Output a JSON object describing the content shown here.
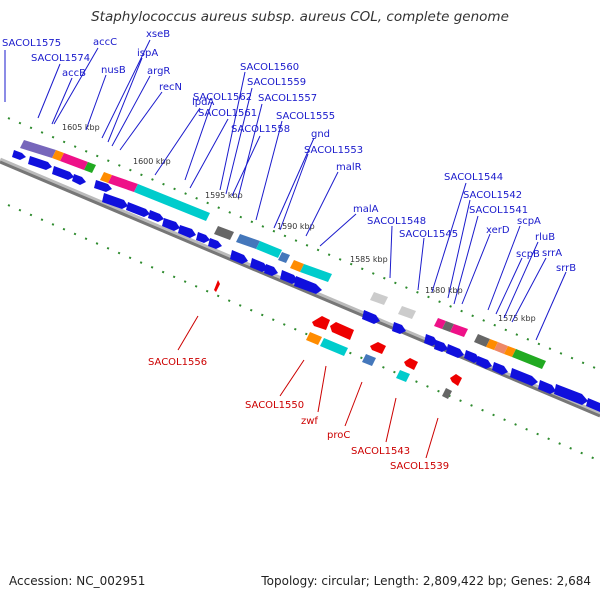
{
  "header": {
    "title": "Staphylococcus aureus subsp. aureus COL, complete genome"
  },
  "footer": {
    "accession": "Accession: NC_002951",
    "info": "Topology: circular; Length: 2,809,422 bp; Genes: 2,684"
  },
  "colors": {
    "forward_label": "#1a1acc",
    "reverse_label": "#cc0000",
    "arrow_forward": "#1010dd",
    "arrow_reverse": "#ee0000",
    "tick": "#2e8b2e",
    "axis": "#888888"
  },
  "scale_labels": [
    "1605 kbp",
    "1600 kbp",
    "1595 kbp",
    "1590 kbp",
    "1585 kbp",
    "1580 kbp",
    "1575 kbp"
  ],
  "forward_genes": [
    "SACOL1575",
    "SACOL1574",
    "accC",
    "accB",
    "nusB",
    "xseB",
    "ispA",
    "argR",
    "recN",
    "lpdA",
    "SACOL1562",
    "SACOL1561",
    "SACOL1560",
    "SACOL1559",
    "SACOL1557",
    "SACOL1558",
    "SACOL1555",
    "gnd",
    "SACOL1553",
    "malR",
    "malA",
    "SACOL1548",
    "SACOL1545",
    "SACOL1544",
    "SACOL1542",
    "SACOL1541",
    "xerD",
    "scpA",
    "scpB",
    "rluB",
    "srrA",
    "srrB"
  ],
  "reverse_genes": [
    "SACOL1556",
    "SACOL1550",
    "zwf",
    "proC",
    "SACOL1543",
    "SACOL1539"
  ]
}
